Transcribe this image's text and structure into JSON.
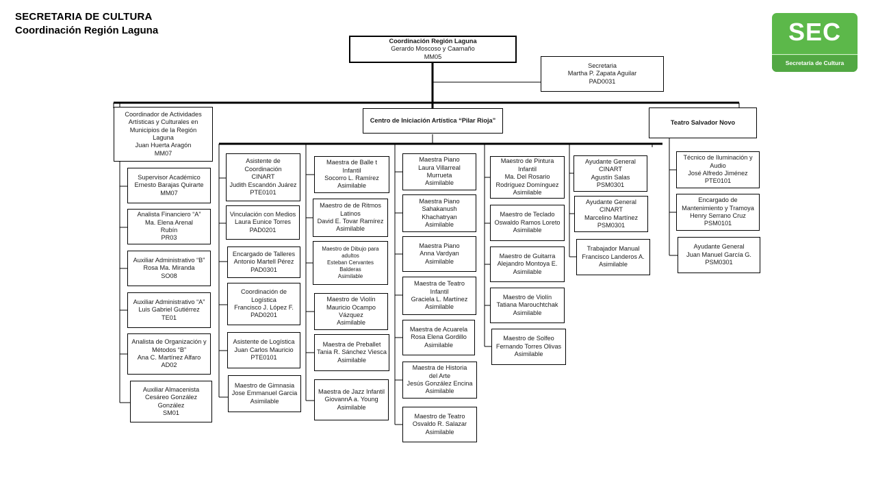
{
  "header": {
    "title": "SECRETARIA DE CULTURA",
    "subtitle": "Coordinación Región Laguna"
  },
  "logo": {
    "text": "SEC",
    "tagline": "Secretaría de Cultura",
    "color": "#5cb84a"
  },
  "top": {
    "coordinacion": [
      "Coordinación Región Laguna",
      "Gerardo Moscoso y Caamaño",
      "MM05"
    ],
    "secretaria": [
      "Secretaria",
      "Martha P. Zapata Aguilar",
      "PAD0031"
    ]
  },
  "left_column": [
    [
      "Coordinador de Actividades",
      "Artísticas y Culturales en",
      "Municipios de la Región",
      "Laguna",
      "Juan Huerta Aragón",
      "MM07"
    ],
    [
      "Supervisor Académico",
      "Ernesto Barajas Quirarte",
      "MM07"
    ],
    [
      "Analista Financiero “A”",
      "Ma. Elena Arenal",
      "Rubín",
      "PR03"
    ],
    [
      "Auxiliar Administrativo “B”",
      "Rosa Ma. Miranda",
      "SO08"
    ],
    [
      "Auxiliar Administrativo “A”",
      "Luis Gabriel Gutiérrez",
      "TE01"
    ],
    [
      "Analista de Organización y",
      "Métodos “B”",
      "Ana C. Martínez Alfaro",
      "AD02"
    ],
    [
      "Auxiliar Almacenista",
      "Cesáreo González",
      "González",
      "SM01"
    ]
  ],
  "cinart": {
    "title": "Centro de Iniciación Artística “Pilar Rioja”",
    "col1": [
      [
        "Asistente de",
        "Coordinación",
        "CINART",
        "Judith Escandón Juárez",
        "PTE0101"
      ],
      [
        "Vinculación con Medios",
        "Laura Eunice Torres",
        "PAD0201"
      ],
      [
        "Encargado de Talleres",
        "Antonio Martell Pérez",
        "PAD0301"
      ],
      [
        "Coordinación de",
        "Logística",
        "Francisco J. López F.",
        "PAD0201"
      ],
      [
        "Asistente de Logística",
        "Juan Carlos Mauricio",
        "PTE0101"
      ],
      [
        "Maestro de Gimnasia",
        "Jose Emmanuel Garcia",
        "Asimilable"
      ]
    ],
    "col2": [
      [
        "Maestra de Balle t",
        "Infantil",
        "Socorro L. Ramírez",
        "Asimilable"
      ],
      [
        "Maestro de  de Ritmos",
        "Latinos",
        "David E. Tovar Ramírez",
        "Asimilable"
      ],
      [
        "Maestro de Dibujo para",
        "adultos",
        "Esteban Cervantes",
        "Balderas",
        "Asimilable"
      ],
      [
        "Maestro   de Violín",
        "Mauricio Ocampo",
        "Vázquez",
        "Asimilable"
      ],
      [
        "Maestra de Preballet",
        "Tania R. Sánchez Viesca",
        "Asimilable"
      ],
      [
        "Maestra de Jazz Infantil",
        "GiovannA a. Young",
        "Asimilable"
      ]
    ],
    "col3": [
      [
        "Maestra  Piano",
        "Laura Villarreal",
        "Murrueta",
        "Asimilable"
      ],
      [
        "Maestra  Piano",
        "Sahakanush",
        "Khachatryan",
        "Asimilable"
      ],
      [
        "Maestra  Piano",
        "Anna Vardyan",
        "Asimilable"
      ],
      [
        "Maestra de Teatro",
        "Infantil",
        "Graciela L. Martínez",
        "Asimilable"
      ],
      [
        "Maestra  de Acuarela",
        "Rosa Elena Gordillo",
        "Asimilable"
      ],
      [
        "Maestra  de Historia",
        "del Arte",
        "Jesús González Encina",
        "Asimilable"
      ],
      [
        "Maestro  de Teatro",
        "Osvaldo R. Salazar",
        "Asimilable"
      ]
    ],
    "col4": [
      [
        "Maestro  de Pintura",
        "Infantil",
        "Ma. Del Rosario",
        "Rodríguez Domínguez",
        "Asimilable"
      ],
      [
        "Maestro  de Teclado",
        "Oswaldo Ramos Loreto",
        "Asimilable"
      ],
      [
        "Maestro  de Guitarra",
        "Alejandro Montoya E.",
        "Asimilable"
      ],
      [
        "Maestro  de  Violín",
        "Tatiana Marouchtchak",
        "Asimilable"
      ],
      [
        "Maestro  de  Solfeo",
        "Fernando  Torres Olivas",
        "Asimilable"
      ]
    ],
    "col5": [
      [
        "Ayudante General",
        "CINART",
        "Agustín Salas",
        "PSM0301"
      ],
      [
        "Ayudante General",
        "CINART",
        "Marcelino Martínez",
        "PSM0301"
      ],
      [
        "Trabajador Manual",
        "Francisco Landeros A.",
        "Asimilable"
      ]
    ]
  },
  "teatro": {
    "title": "Teatro Salvador Novo",
    "items": [
      [
        "Técnico de Iluminación y",
        "Audio",
        "José Alfredo Jiménez",
        "PTE0101"
      ],
      [
        "Encargado de",
        "Mantenimiento y Tramoya",
        "Henry Serrano Cruz",
        "PSM0101"
      ],
      [
        "Ayudante General",
        "Juan Manuel García G.",
        "PSM0301"
      ]
    ]
  }
}
